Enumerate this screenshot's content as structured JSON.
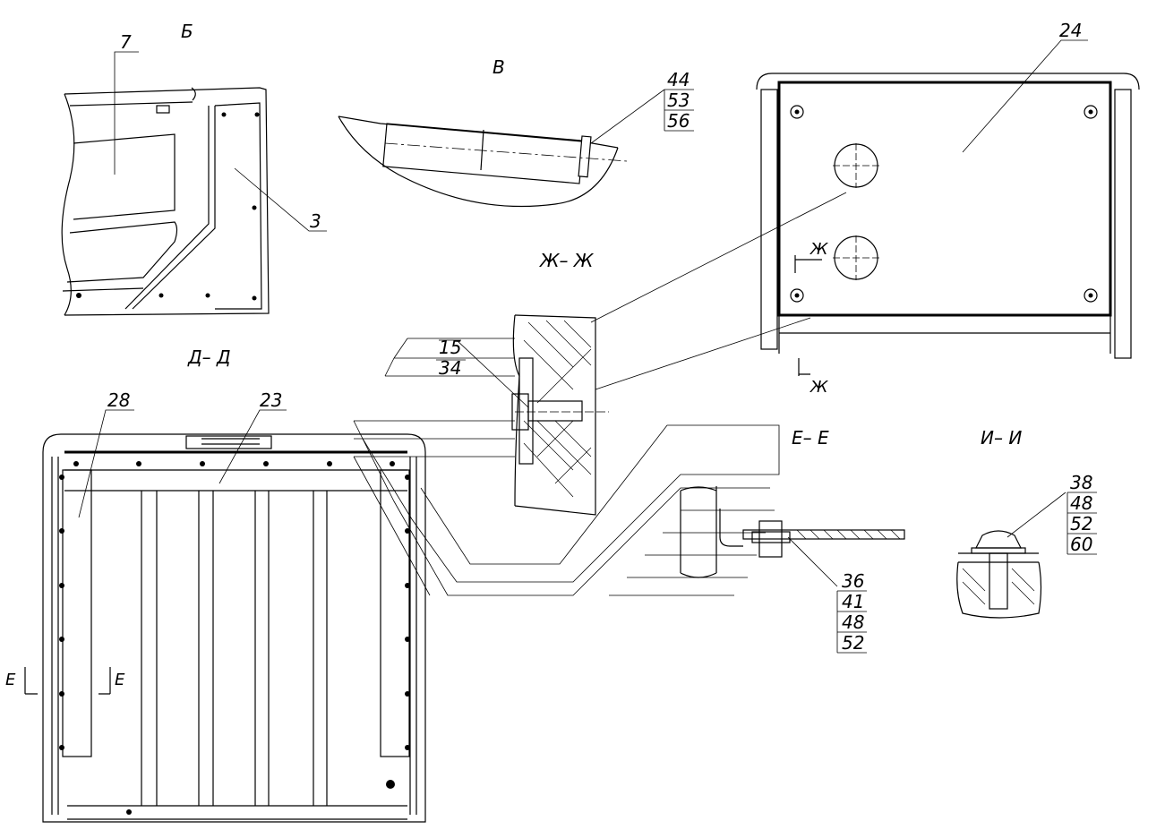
{
  "section_labels": {
    "b": "Б",
    "v": "В",
    "dd": "Д– Д",
    "zhzh": "Ж– Ж",
    "ee": "Е– Е",
    "ii": "И– И"
  },
  "cut_marks": {
    "e_left": "Е",
    "e_right": "Е",
    "zh_top": "Ж",
    "zh_bottom": "Ж"
  },
  "callouts": {
    "c7": "7",
    "c3": "3",
    "c24": "24",
    "c28": "28",
    "c23": "23",
    "c44": "44",
    "c53": "53",
    "c56": "56",
    "c15": "15",
    "c34": "34",
    "c36": "36",
    "c41": "41",
    "c48a": "48",
    "c52a": "52",
    "c38": "38",
    "c48b": "48",
    "c52b": "52",
    "c60": "60"
  }
}
